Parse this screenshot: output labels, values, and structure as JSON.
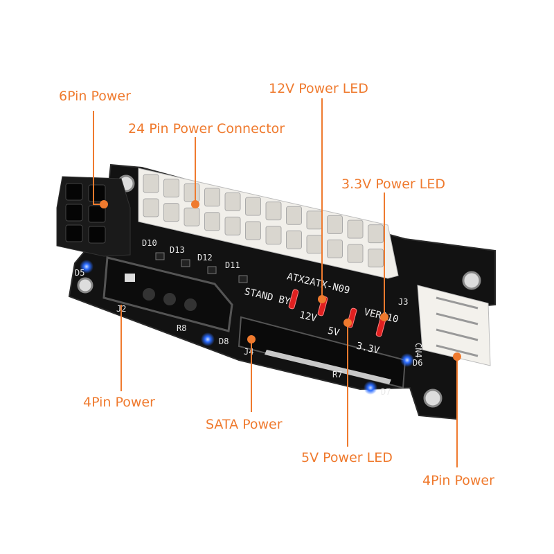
{
  "labels": {
    "six_pin": "6Pin Power",
    "twenty_four_pin": "24 Pin Power Connector",
    "led_12v": "12V Power LED",
    "led_3v3": "3.3V Power LED",
    "four_pin_left": "4Pin Power",
    "sata": "SATA Power",
    "led_5v": "5V Power LED",
    "four_pin_right": "4Pin Power"
  },
  "board_text": {
    "model": "ATX2ATX-N09",
    "version": "VER010",
    "standby": "STAND BY",
    "v12": "12V",
    "v5": "5V",
    "v3": "3.3V",
    "j2": "J2",
    "j3": "J3",
    "j4": "J4",
    "cn4": "CN4",
    "d10": "D10",
    "d13": "D13",
    "d12": "D12",
    "d11": "D11",
    "d8": "D8",
    "d7": "D7",
    "d6": "D6",
    "d5": "D5",
    "r8": "R8",
    "r7": "R7"
  },
  "colors": {
    "accent": "#ef7a2e",
    "pcb": "#111111",
    "led": "#e02020",
    "blue_led": "#2a6bff"
  }
}
